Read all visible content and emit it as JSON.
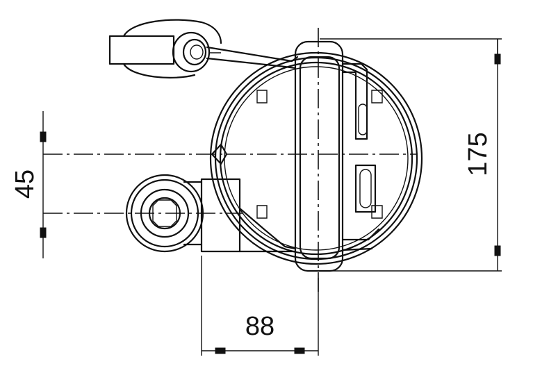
{
  "dimensions": {
    "height_overall": "175",
    "offset_vertical": "45",
    "offset_horizontal": "88"
  }
}
